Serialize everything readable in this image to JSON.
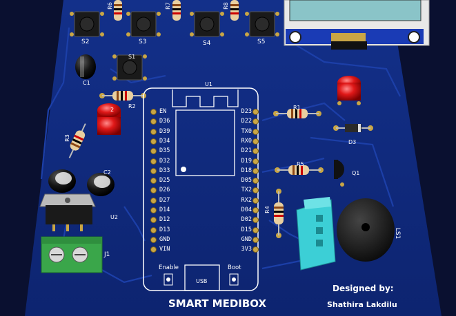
{
  "board": {
    "title": "SMART MEDIBOX",
    "credit_label": "Designed by:",
    "credit_name": "Shathira Lakdilu",
    "colors": {
      "board": "#0f2a7a",
      "silk": "#ffffff",
      "copper": "#c9a645",
      "led_red": "#e01818",
      "terminal_green": "#3aa64a",
      "header_cyan": "#3ccfd6"
    }
  },
  "labels": {
    "s2": "S2",
    "s3": "S3",
    "s4": "S4",
    "s5": "S5",
    "r6": "R6",
    "r7": "R7",
    "r8": "R8",
    "c1": "C1",
    "c2": "C2",
    "r1": "R1",
    "r2": "R2",
    "r3": "R3",
    "r4": "R4",
    "r5": "R5",
    "u1": "U1",
    "u2": "U2",
    "d3": "D3",
    "q1": "Q1",
    "j1": "J1",
    "ls1": "LS1",
    "s1": "S1",
    "enable": "Enable",
    "boot": "Boot",
    "usb": "USB"
  },
  "esp32": {
    "left_pins": [
      "EN",
      "D36",
      "D39",
      "D34",
      "D35",
      "D32",
      "D33",
      "D25",
      "D26",
      "D27",
      "D14",
      "D12",
      "D13",
      "GND",
      "VIN"
    ],
    "right_pins": [
      "D23",
      "D22",
      "TX0",
      "RX0",
      "D21",
      "D19",
      "D18",
      "D05",
      "TX2",
      "RX2",
      "D04",
      "D02",
      "D15",
      "GND",
      "3V3"
    ]
  }
}
